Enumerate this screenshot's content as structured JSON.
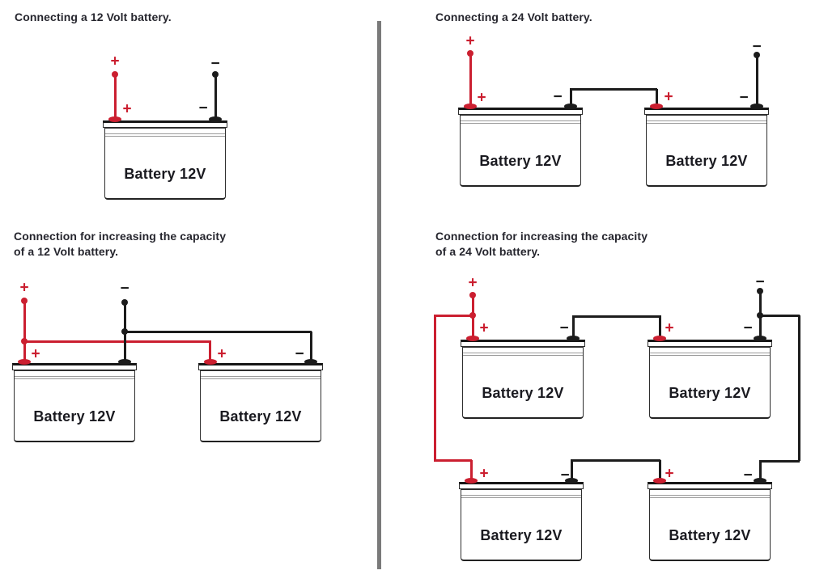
{
  "colors": {
    "wire_positive_red": "#cb1f30",
    "wire_negative_black": "#1c1c1c",
    "divider_gray": "#7a7a7a"
  },
  "symbols": {
    "plus": "+",
    "minus": "−"
  },
  "panels": {
    "connect_12v": {
      "title_lines": [
        "Connecting a 12 Volt battery."
      ],
      "batteries": [
        {
          "label": "Battery 12V"
        }
      ]
    },
    "connect_24v": {
      "title_lines": [
        "Connecting a 24 Volt battery."
      ],
      "batteries": [
        {
          "label": "Battery 12V"
        },
        {
          "label": "Battery 12V"
        }
      ]
    },
    "capacity_12v": {
      "title_lines": [
        "Connection for increasing the capacity",
        "of a 12 Volt battery."
      ],
      "batteries": [
        {
          "label": "Battery 12V"
        },
        {
          "label": "Battery 12V"
        }
      ]
    },
    "capacity_24v": {
      "title_lines": [
        "Connection for increasing the capacity",
        "of a 24 Volt battery."
      ],
      "batteries": [
        {
          "label": "Battery 12V"
        },
        {
          "label": "Battery 12V"
        },
        {
          "label": "Battery 12V"
        },
        {
          "label": "Battery 12V"
        }
      ]
    }
  }
}
